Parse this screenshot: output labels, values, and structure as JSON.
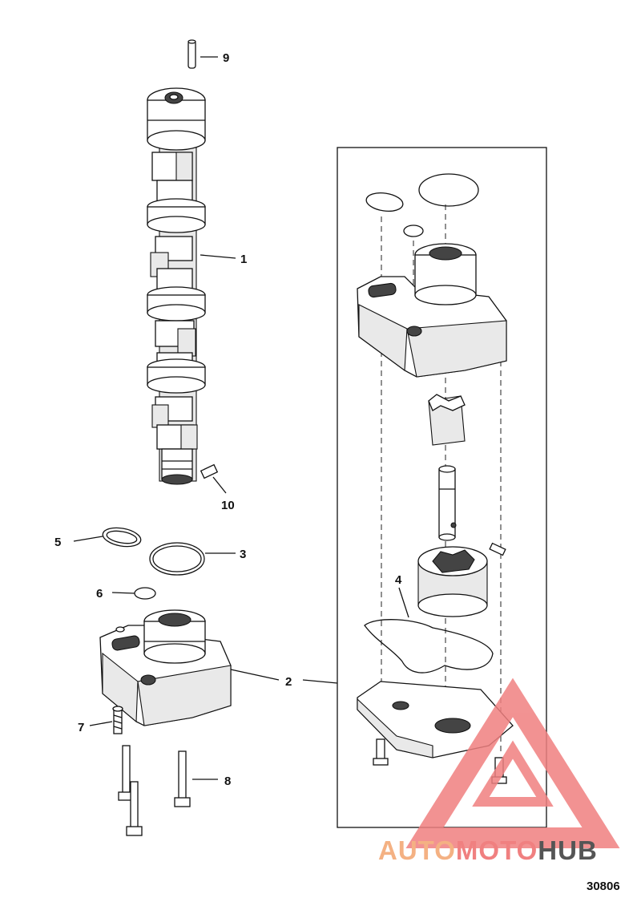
{
  "figure_number": "30806",
  "callouts": [
    {
      "id": "1",
      "label": "1"
    },
    {
      "id": "2",
      "label": "2"
    },
    {
      "id": "3",
      "label": "3"
    },
    {
      "id": "4",
      "label": "4"
    },
    {
      "id": "5",
      "label": "5"
    },
    {
      "id": "6",
      "label": "6"
    },
    {
      "id": "7",
      "label": "7"
    },
    {
      "id": "8",
      "label": "8"
    },
    {
      "id": "9",
      "label": "9"
    },
    {
      "id": "10",
      "label": "10"
    }
  ],
  "watermark": {
    "part1": "AUTO",
    "part2": "MOTO",
    "part3": "HUB",
    "color_auto": "#f4b183",
    "color_moto": "#f08080",
    "color_hub": "#555555"
  }
}
